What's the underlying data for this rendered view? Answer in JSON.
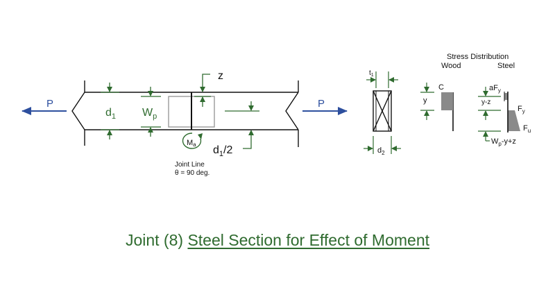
{
  "diagram": {
    "force_left": "P",
    "force_right": "P",
    "dim_d1_main": "d",
    "dim_d1_sub": "1",
    "dim_wp_main": "W",
    "dim_wp_sub": "p",
    "dim_z": "z",
    "moment_main": "M",
    "moment_sub": "a",
    "half_depth_main": "d",
    "half_depth_sub": "1",
    "half_depth_rest": "/2",
    "joint_line": "Joint Line",
    "theta": "θ = 90 deg.",
    "t1_main": "t",
    "t1_sub": "1",
    "d2_main": "d",
    "d2_sub": "2",
    "stress_title": "Stress Distribution",
    "wood_label": "Wood",
    "steel_label": "Steel",
    "c_label": "C",
    "y_label": "y",
    "afy_a": "aF",
    "afy_sub": "y",
    "yz_label": "y-z",
    "fy_main": "F",
    "fy_sub": "y",
    "fu_main": "F",
    "fu_sub": "u",
    "wp_expr_w": "W",
    "wp_expr_sub": "p",
    "wp_expr_rest": "-y+z"
  },
  "caption": {
    "prefix": "Joint (8) ",
    "underlined": "Steel Section for Effect of Moment"
  },
  "colors": {
    "green": "#2f6b2f",
    "blue": "#2d4f9e",
    "black": "#111111",
    "gray_fill": "#8a8a8a"
  }
}
